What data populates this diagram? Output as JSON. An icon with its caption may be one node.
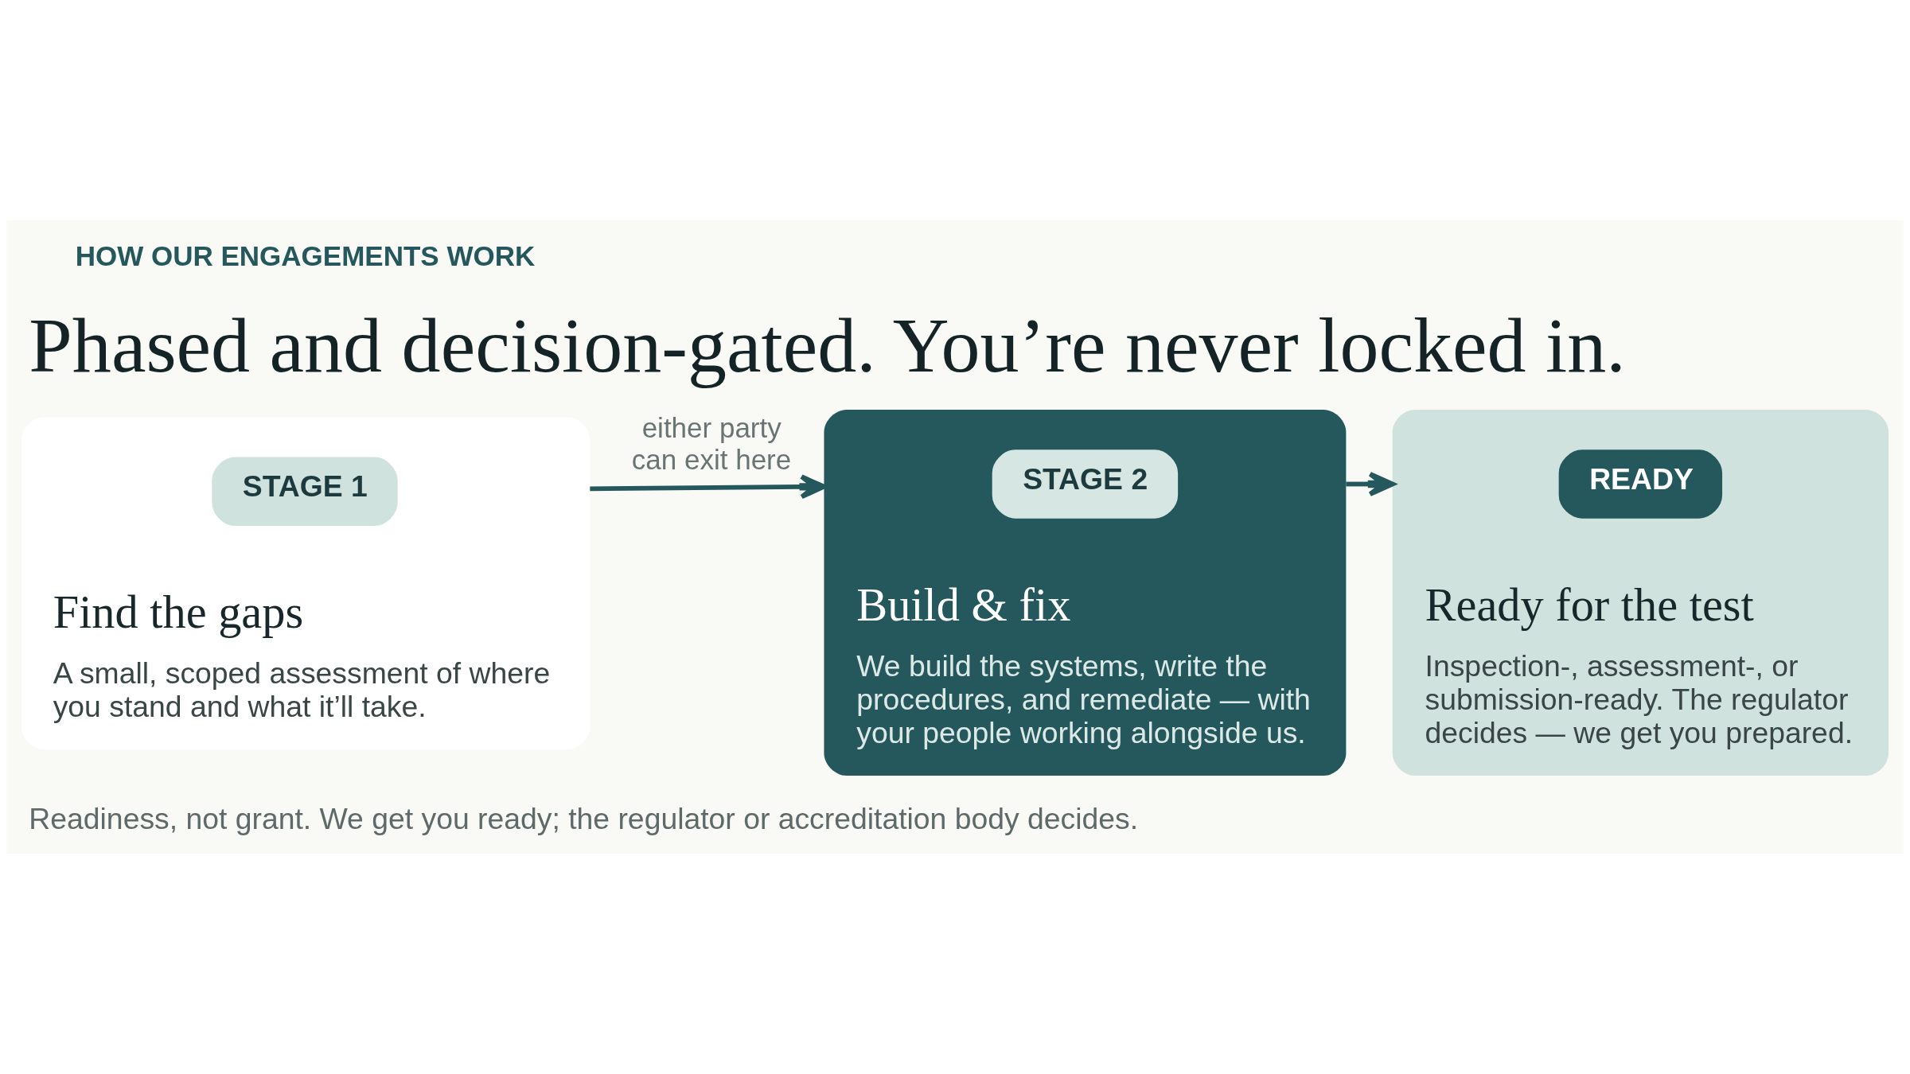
{
  "diagram": {
    "title": "Phased and decision-gated. You’re never locked in.",
    "caption": "Readiness, not grant. We get you ready; the regulator or accreditation body decides.",
    "nodes": [
      {
        "text": [
          "Find the gaps",
          "A small, scoped assessment of where you stand and what it’ll take."
        ]
      },
      {
        "text": [
          "STAGE 1"
        ],
        "in": 0
      },
      {
        "text": [
          "Build & fix",
          "We build the systems, write the procedures, and remediate — with your people working alongside us."
        ]
      },
      {
        "text": [
          "STAGE 2"
        ],
        "in": 2
      },
      {
        "text": [
          "Ready for the test",
          "Inspection-, assessment-, or submission-ready. The regulator decides — we get you prepared."
        ]
      },
      {
        "text": [
          "READY"
        ],
        "in": 4
      }
    ],
    "edges": [
      {
        "from": 0,
        "to": 2,
        "arrow": "to",
        "label": "either party can exit here"
      },
      {
        "from": 2,
        "to": 4,
        "arrow": "to"
      }
    ],
    "labels": [
      "HOW OUR ENGAGEMENTS WORK"
    ]
  }
}
